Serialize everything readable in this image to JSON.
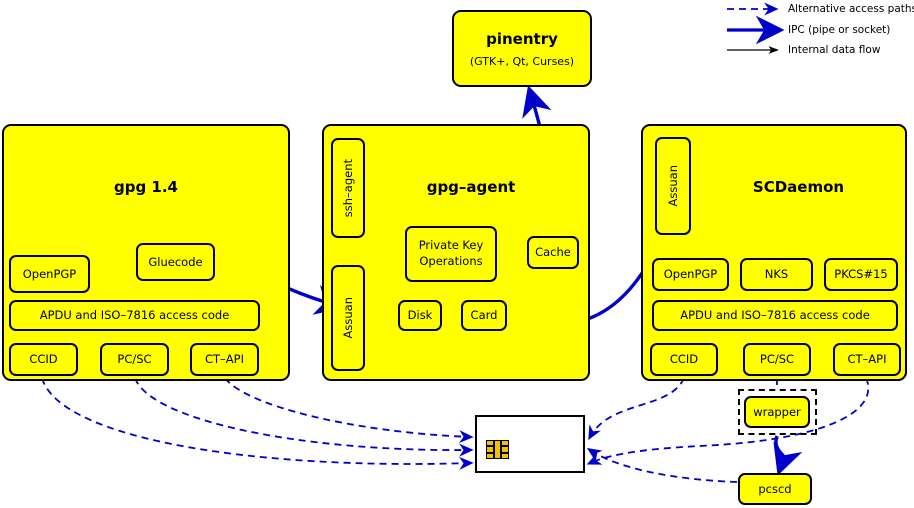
{
  "legend": {
    "items": [
      {
        "id": "alt",
        "label": "Alternative access paths",
        "style": "dashed-blue",
        "color": "#0000cc"
      },
      {
        "id": "ipc",
        "label": "IPC (pipe or socket)",
        "style": "solid-blue-thick",
        "color": "#0000cc"
      },
      {
        "id": "flow",
        "label": "Internal data flow",
        "style": "solid-black-thin",
        "color": "#000000"
      }
    ]
  },
  "pinentry": {
    "title": "pinentry",
    "subtitle": "(GTK+, Qt, Curses)"
  },
  "gpg": {
    "title": "gpg 1.4",
    "gluecode": "Gluecode",
    "openpgp": "OpenPGP",
    "apdu": "APDU and ISO–7816 access code",
    "drivers": [
      "CCID",
      "PC/SC",
      "CT–API"
    ]
  },
  "gpgagent": {
    "title": "gpg–agent",
    "ssh_agent": "ssh–agent",
    "assuan": "Assuan",
    "private_key_line1": "Private Key",
    "private_key_line2": "Operations",
    "cache": "Cache",
    "disk": "Disk",
    "card": "Card"
  },
  "scdaemon": {
    "title": "SCDaemon",
    "assuan": "Assuan",
    "apps": [
      "OpenPGP",
      "NKS",
      "PKCS#15"
    ],
    "apdu": "APDU and ISO–7816 access code",
    "drivers": [
      "CCID",
      "PC/SC",
      "CT–API"
    ]
  },
  "bottom": {
    "wrapper": "wrapper",
    "pcscd": "pcscd",
    "smartcard": "smartcard"
  },
  "colors": {
    "box_fill": "#ffff00",
    "stroke": "#000000",
    "blue": "#0000cc",
    "chip": "#f2c200",
    "card_fill": "#ffffff"
  }
}
